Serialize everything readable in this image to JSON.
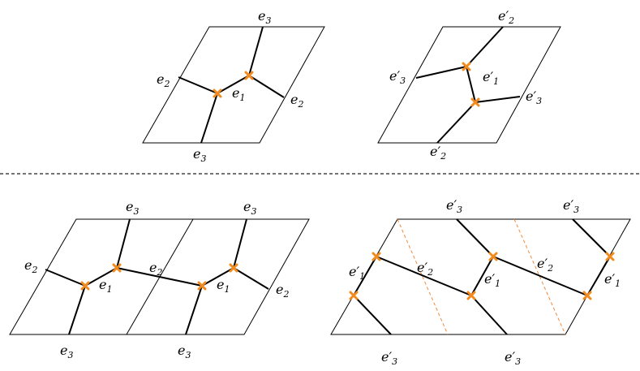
{
  "labels": {
    "e1": "e",
    "e1_sub": "1",
    "e2": "e",
    "e2_sub": "2",
    "e3": "e",
    "e3_sub": "3",
    "e1p": "e′",
    "e1p_sub": "1",
    "e2p": "e′",
    "e2p_sub": "2",
    "e3p": "e′",
    "e3p_sub": "3"
  },
  "colors": {
    "vertex_marker": "#f28a1e",
    "dashed_divider": "#f28a3a",
    "separator": "#222222"
  },
  "icons": {
    "vertex": "orange-cross-marker"
  }
}
